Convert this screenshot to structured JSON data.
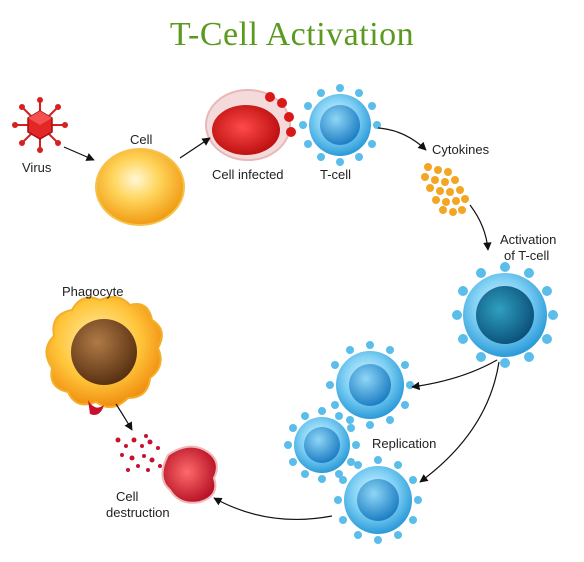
{
  "title": "T-Cell Activation",
  "labels": {
    "virus": "Virus",
    "cell": "Cell",
    "cell_infected": "Cell infected",
    "t_cell": "T-cell",
    "cytokines": "Cytokines",
    "activation_line1": "Activation",
    "activation_line2": "of T-cell",
    "replication": "Replication",
    "phagocyte": "Phagocyte",
    "destruction_line1": "Cell",
    "destruction_line2": "destruction"
  },
  "colors": {
    "title": "#5a9a1f",
    "virus": "#d62020",
    "cell": "#f6b51e",
    "infected": "#d91818",
    "t_cell": "#2fa8e0",
    "cytokines": "#f2a623",
    "phagocyte": "#f5a617",
    "phagocyte_nucleus": "#7a4a22",
    "destruction": "#c8102e"
  }
}
